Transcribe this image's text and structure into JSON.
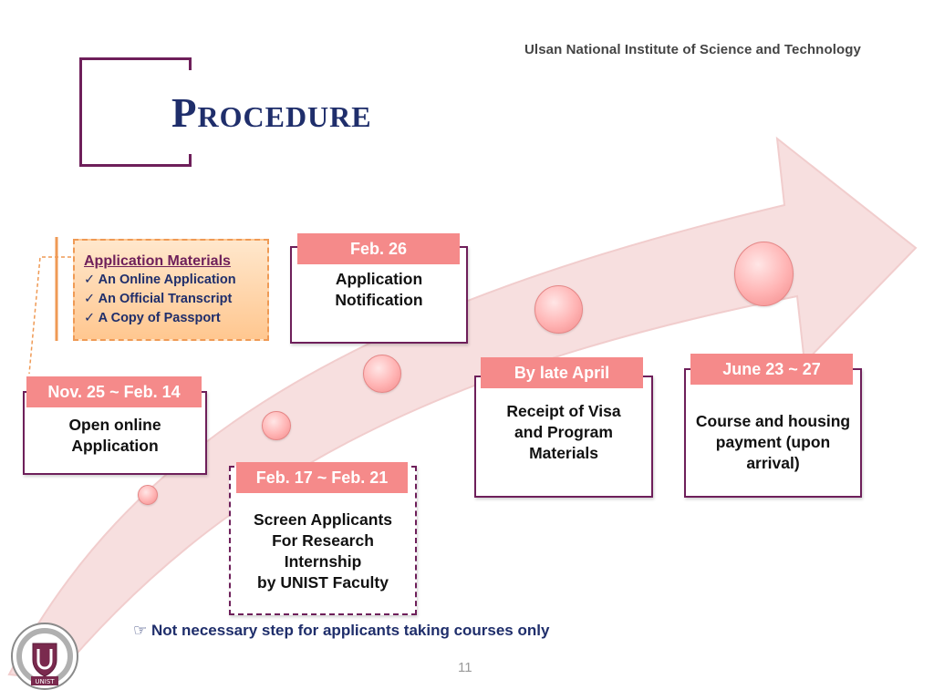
{
  "header": {
    "institute": "Ulsan National Institute of Science and Technology",
    "title": "Procedure"
  },
  "materials": {
    "heading": "Application Materials",
    "items": [
      "✓ An Online Application",
      "✓ An Official Transcript",
      "✓ A Copy of Passport"
    ]
  },
  "steps": [
    {
      "date": "Nov. 25 ~ Feb. 14",
      "text": "Open online\nApplication"
    },
    {
      "date": "Feb. 17 ~ Feb. 21",
      "text": "Screen Applicants\nFor Research\nInternship\nby UNIST Faculty"
    },
    {
      "date": "Feb. 26",
      "text": "Application\nNotification"
    },
    {
      "date": "By late April",
      "text": "Receipt of Visa\nand Program\nMaterials"
    },
    {
      "date": "June 23 ~ 27",
      "text": "Course and housing\npayment (upon\narrival)"
    }
  ],
  "footnote": "☞ Not necessary step for applicants taking courses only",
  "page_number": "11",
  "logo": {
    "caption": "UNIST",
    "icon": "unist-emblem-icon"
  },
  "colors": {
    "accent": "#6e1f5a",
    "date_label": "#f58a8a",
    "arrow": "#f6dede",
    "title": "#1f2e6b"
  }
}
